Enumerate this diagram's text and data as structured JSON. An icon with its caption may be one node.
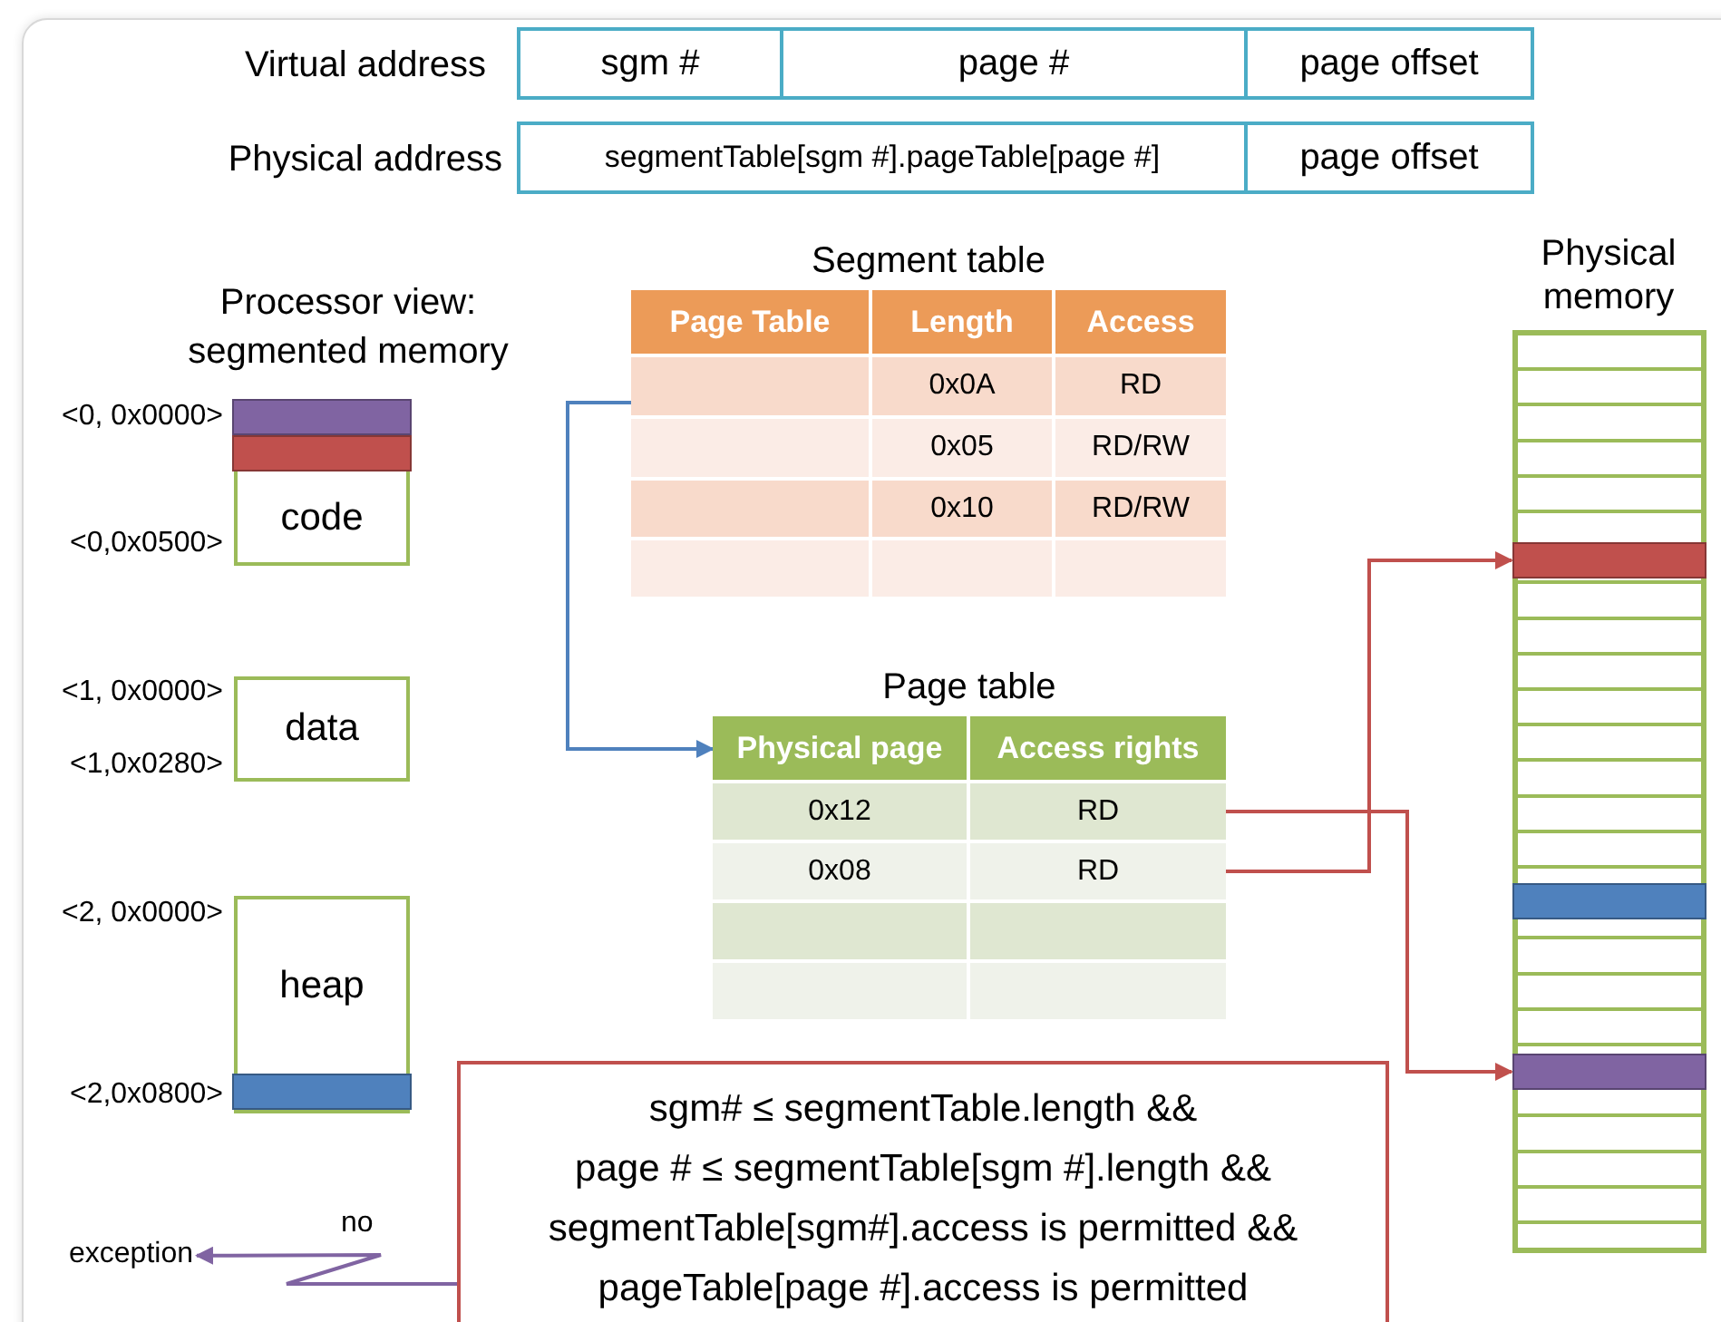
{
  "diagram": {
    "nodes": [
      {
        "text": [
          "sgm #"
        ]
      },
      {
        "text": [
          "page #"
        ]
      },
      {
        "text": [
          "page offset"
        ]
      },
      {
        "text": [
          "segmentTable[sgm #].pageTable[page #]"
        ]
      },
      {
        "text": [
          "page offset"
        ]
      },
      {
        "text": [
          "code"
        ],
        "beside": [
          "<0, 0x0000>",
          "<0,0x0500>"
        ]
      },
      {
        "text": [],
        "shape": "bar",
        "in": 5
      },
      {
        "text": [],
        "shape": "bar",
        "in": 5
      },
      {
        "text": [
          "data"
        ],
        "beside": [
          "<1, 0x0000>",
          "<1,0x0280>"
        ]
      },
      {
        "text": [
          "heap"
        ],
        "beside": [
          "<2, 0x0000>",
          "<2,0x0800>"
        ]
      },
      {
        "text": [],
        "shape": "bar",
        "in": 9
      },
      {
        "text": [
          "Physical memory"
        ]
      },
      {
        "text": [],
        "shape": "bar",
        "in": 11
      },
      {
        "text": [],
        "shape": "bar",
        "in": 11
      },
      {
        "text": [],
        "shape": "bar",
        "in": 11
      },
      {
        "text": [
          "Segment table",
          "Page Table",
          "Length",
          "Access",
          "0x0A",
          "RD",
          "0x05",
          "RD/RW",
          "0x10",
          "RD/RW"
        ]
      },
      {
        "text": [],
        "shape": "box",
        "in": 15
      },
      {
        "text": [
          "Page table",
          "Physical page",
          "Access rights",
          "0x12",
          "0x08"
        ]
      },
      {
        "text": [
          "RD"
        ],
        "in": 17
      },
      {
        "text": [
          "RD"
        ],
        "in": 17
      },
      {
        "text": [
          "sgm# ≤ segmentTable.length &&",
          "page # ≤ segmentTable[sgm #].length &&",
          "segmentTable[sgm#].access is permitted &&",
          "pageTable[page #].access is permitted"
        ]
      },
      {
        "text": [
          "exception"
        ]
      }
    ],
    "edges": [
      {
        "from": 16,
        "to": 17,
        "arrow": "to",
        "color": "#4f81bd"
      },
      {
        "from": 18,
        "to": 14,
        "arrow": "to"
      },
      {
        "from": 19,
        "to": 12,
        "arrow": "to"
      },
      {
        "from": 20,
        "to": 21,
        "arrow": "to",
        "label": "no",
        "color": "#8064a2"
      }
    ],
    "labels": [
      "Virtual address",
      "Physical address",
      "Processor view: segmented memory"
    ]
  }
}
